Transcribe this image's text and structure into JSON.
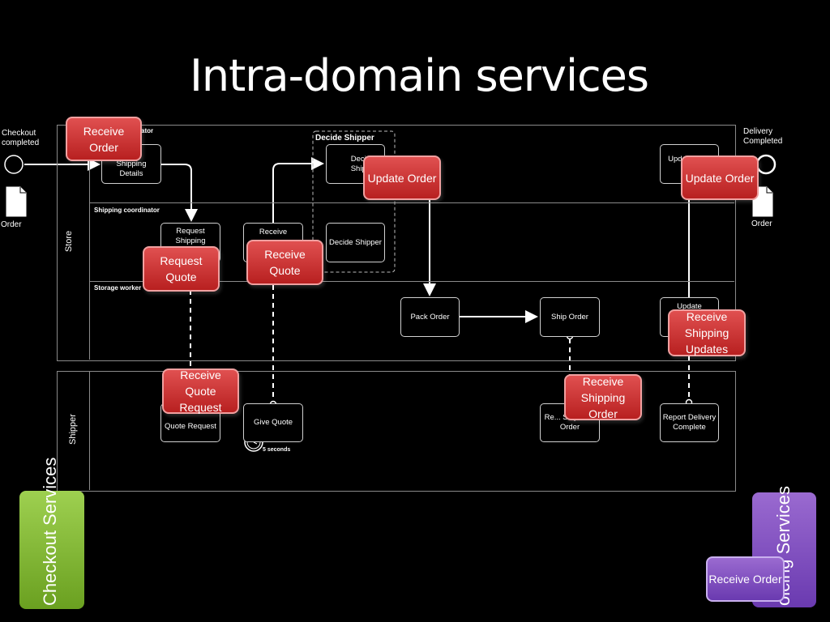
{
  "title": "Intra-domain services",
  "start_event": {
    "label": "Checkout completed"
  },
  "end_event": {
    "label": "Delivery Completed"
  },
  "data_objects": {
    "left": "Order",
    "right": "Order"
  },
  "pools": {
    "store": "Store",
    "shipper": "Shipper"
  },
  "lanes": {
    "coordinator": "ator",
    "shipping_coordinator": "Shipping coordinator",
    "storage_worker": "Storage worker"
  },
  "group": {
    "label": "Decide Shipper"
  },
  "tasks": {
    "shipping_details": "Shipping Details",
    "decide_shipper_top": "Decide Shippe",
    "update_shipping_top": "Update Sh... D...",
    "request_shipping": "Request Shipping",
    "receive": "Receive",
    "decide_shipper": "Decide Shipper",
    "pack_order": "Pack Order",
    "ship_order": "Ship Order",
    "update": "Update",
    "quote_request": "Quote Request",
    "give_quote": "Give Quote",
    "receive_shipment_order": "Re... Shipment Order",
    "report_delivery": "Report Delivery Complete"
  },
  "timer_label": "5 seconds",
  "services": {
    "receive_order_1": "Receive Order",
    "update_order_1": "Update Order",
    "update_order_2": "Update Order",
    "request_quote": "Request Quote",
    "receive_quote": "Receive Quote",
    "receive_shipping_updates": "Receive Shipping Updates",
    "receive_quote_request": "Receive Quote Request",
    "receive_shipping_order": "Receive Shipping Order",
    "receive_order_2": "Receive Order"
  },
  "side": {
    "checkout": "Checkout Services",
    "invoicing": "oicing Services"
  },
  "colors": {
    "service_red": "#c83030",
    "checkout_green": "#8cc63f",
    "invoicing_purple": "#8a5ac8"
  }
}
